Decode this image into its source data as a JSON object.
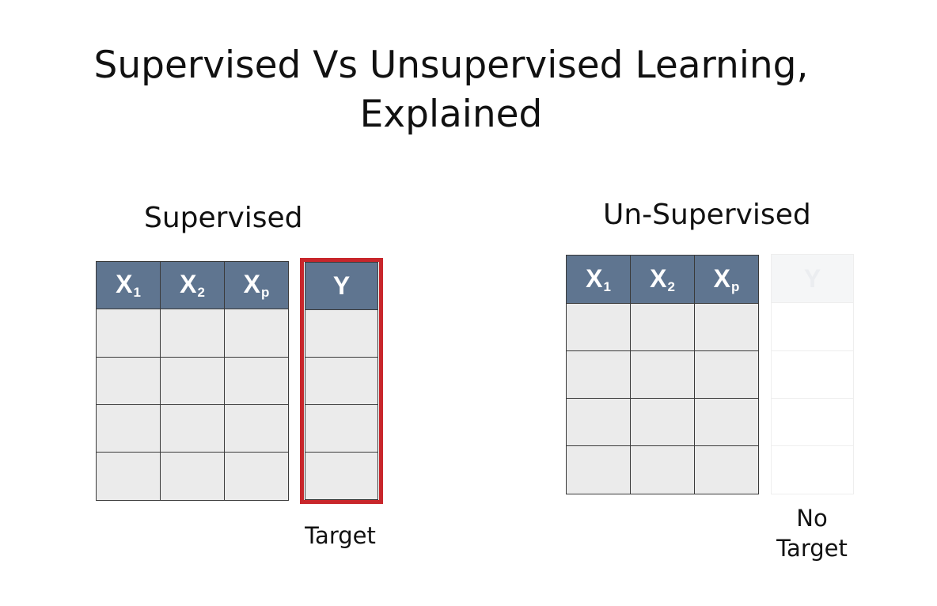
{
  "title": "Supervised Vs Unsupervised Learning, Explained",
  "supervised": {
    "heading": "Supervised",
    "feature_headers": [
      {
        "base": "X",
        "sub": "1"
      },
      {
        "base": "X",
        "sub": "2"
      },
      {
        "base": "X",
        "sub": "p"
      }
    ],
    "target_header": "Y",
    "target_caption": "Target"
  },
  "unsupervised": {
    "heading": "Un-Supervised",
    "feature_headers": [
      {
        "base": "X",
        "sub": "1"
      },
      {
        "base": "X",
        "sub": "2"
      },
      {
        "base": "X",
        "sub": "p"
      }
    ],
    "target_header": "Y",
    "target_caption_line1": "No",
    "target_caption_line2": "Target"
  },
  "colors": {
    "header_fill": "#5f7590",
    "cell_fill": "#ebebeb",
    "target_outline": "#c8262b"
  }
}
